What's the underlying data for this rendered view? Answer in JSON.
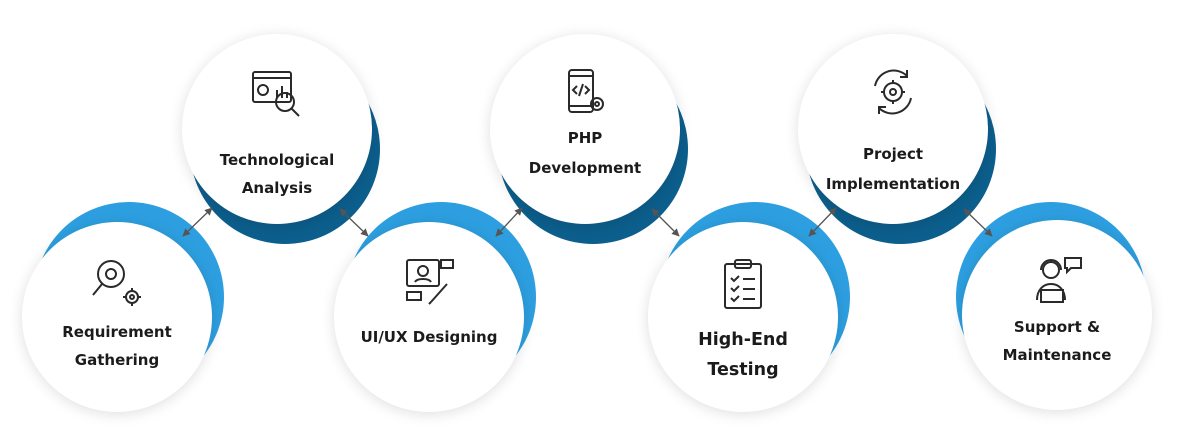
{
  "colors": {
    "light_blue": "#2d9fe0",
    "dark_blue": "#0c5e8c",
    "icon_stroke": "#2a2a2a"
  },
  "steps": [
    {
      "line1": "Requirement",
      "line2": "Gathering",
      "icon": "magnifier-gears-icon"
    },
    {
      "line1": "Technological",
      "line2": "Analysis",
      "icon": "analytics-report-icon"
    },
    {
      "line1": "UI/UX Designing",
      "line2": "",
      "icon": "design-tools-icon"
    },
    {
      "line1": "PHP",
      "line2": "Development",
      "icon": "mobile-code-icon"
    },
    {
      "line1": "High-End",
      "line2": "Testing",
      "icon": "clipboard-checklist-icon"
    },
    {
      "line1": "Project",
      "line2": "Implementation",
      "icon": "gear-cycle-icon"
    },
    {
      "line1": "Support &",
      "line2": "Maintenance",
      "icon": "support-agent-icon"
    }
  ]
}
